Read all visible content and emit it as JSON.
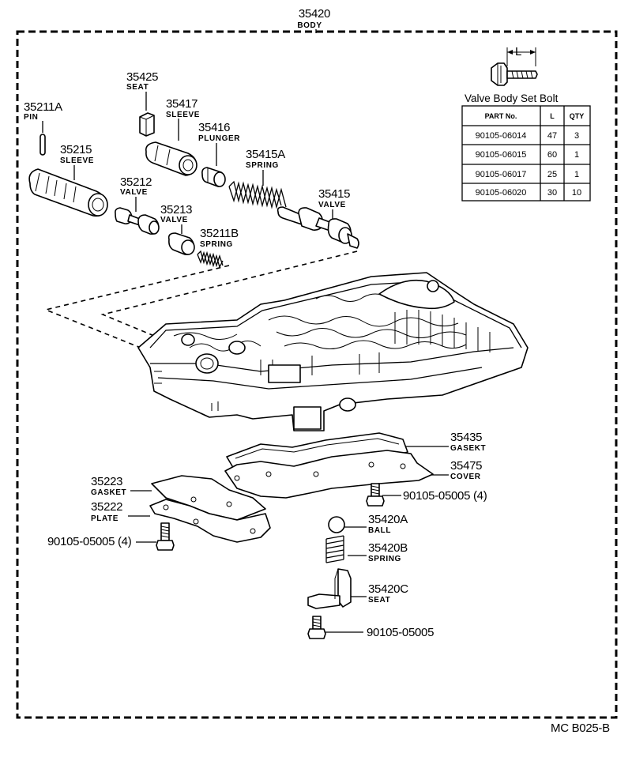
{
  "assembly": {
    "number": "35420",
    "label": "BODY"
  },
  "footer_code": "MC  B025-B",
  "table": {
    "title": "Valve Body Set Bolt",
    "dimension_label": "L",
    "headers": [
      "PART No.",
      "L",
      "QTY"
    ],
    "rows": [
      [
        "90105-06014",
        "47",
        "3"
      ],
      [
        "90105-06015",
        "60",
        "1"
      ],
      [
        "90105-06017",
        "25",
        "1"
      ],
      [
        "90105-06020",
        "30",
        "10"
      ]
    ]
  },
  "callouts": {
    "c35425": {
      "num": "35425",
      "label": "SEAT"
    },
    "c35417": {
      "num": "35417",
      "label": "SLEEVE"
    },
    "c35211a": {
      "num": "35211A",
      "label": "PIN"
    },
    "c35416": {
      "num": "35416",
      "label": "PLUNGER"
    },
    "c35215": {
      "num": "35215",
      "label": "SLEEVE"
    },
    "c35415a": {
      "num": "35415A",
      "label": "SPRING"
    },
    "c35212": {
      "num": "35212",
      "label": "VALVE"
    },
    "c35415": {
      "num": "35415",
      "label": "VALVE"
    },
    "c35213": {
      "num": "35213",
      "label": "VALVE"
    },
    "c35211b": {
      "num": "35211B",
      "label": "SPRING"
    },
    "c35435": {
      "num": "35435",
      "label": "GASEKT"
    },
    "c35475": {
      "num": "35475",
      "label": "COVER"
    },
    "c35223": {
      "num": "35223",
      "label": "GASKET"
    },
    "c35222": {
      "num": "35222",
      "label": "PLATE"
    },
    "c35420a": {
      "num": "35420A",
      "label": "BALL"
    },
    "c35420b": {
      "num": "35420B",
      "label": "SPRING"
    },
    "c35420c": {
      "num": "35420C",
      "label": "SEAT"
    }
  },
  "bolts": {
    "right_upper": "90105-05005 (4)",
    "left": "90105-05005 (4)",
    "bottom": "90105-05005"
  }
}
